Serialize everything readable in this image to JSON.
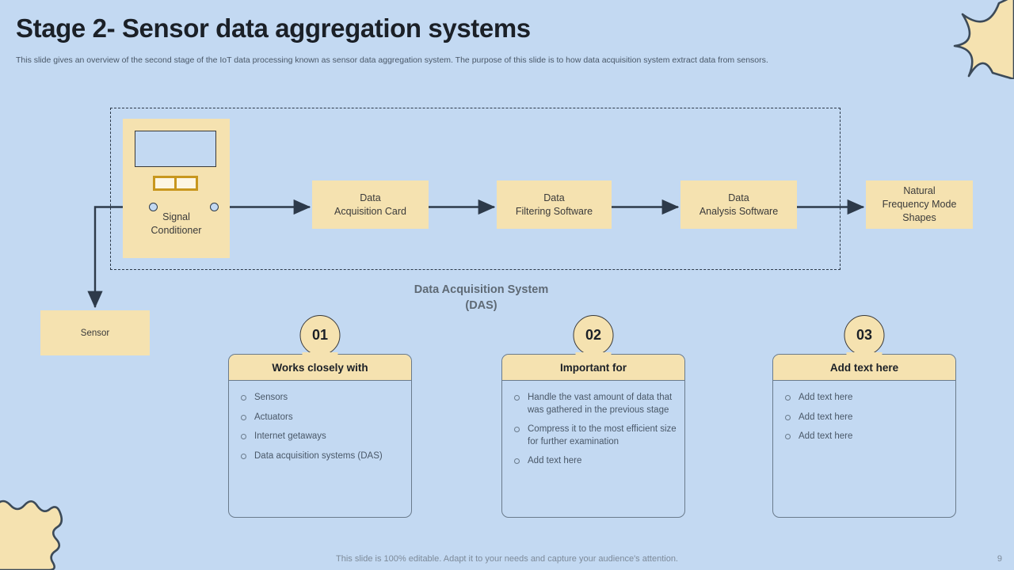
{
  "slide": {
    "background_color": "#c3d9f2",
    "accent_color": "#f5e2b0",
    "title": "Stage 2- Sensor data aggregation systems",
    "subtitle": "This slide gives an overview of the second stage of the IoT  data processing known as sensor data aggregation system. The purpose of this slide is to how data acquisition system extract data from sensors.",
    "footer_note": "This slide is 100% editable. Adapt it to your needs and capture your audience's attention.",
    "page_number": "9"
  },
  "diagram": {
    "caption_line1": "Data Acquisition  System",
    "caption_line2": "(DAS)",
    "signal_conditioner": {
      "label_line1": "Signal",
      "label_line2": "Conditioner"
    },
    "sensor_label": "Sensor",
    "process_boxes": [
      {
        "line1": "Data",
        "line2": "Acquisition Card"
      },
      {
        "line1": "Data",
        "line2": "Filtering Software"
      },
      {
        "line1": "Data",
        "line2": "Analysis Software"
      },
      {
        "line1": "Natural",
        "line2": "Frequency Mode",
        "line3": "Shapes"
      }
    ]
  },
  "cards": [
    {
      "number": "01",
      "heading": "Works closely with",
      "items": [
        "Sensors",
        "Actuators",
        "Internet getaways",
        "Data acquisition systems (DAS)"
      ]
    },
    {
      "number": "02",
      "heading": "Important for",
      "items": [
        "Handle the vast amount of data that was gathered in the previous  stage",
        "Compress it to the most efficient size for further examination",
        "Add text here"
      ]
    },
    {
      "number": "03",
      "heading": "Add text here",
      "items": [
        "Add text here",
        "Add text here",
        "Add text here"
      ]
    }
  ]
}
